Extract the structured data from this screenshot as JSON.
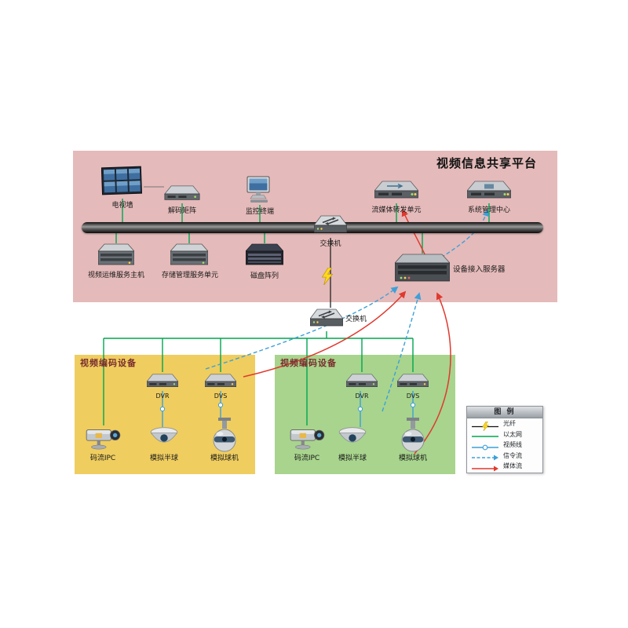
{
  "title": "视频信息共享平台",
  "platform": {
    "tv_wall": "电视墙",
    "decode_matrix": "解码矩阵",
    "monitor_terminal": "监控终端",
    "switch_top": "交换机",
    "switch_bottom": "交换机",
    "stream_forward_unit": "流媒体转发单元",
    "system_mgmt_center": "系统管理中心",
    "video_ops_host": "视频运维服务主机",
    "storage_mgmt_unit": "存储管理服务单元",
    "disk_array": "磁盘阵列",
    "device_access_server": "设备接入服务器"
  },
  "zones": [
    {
      "title": "视频编码设备",
      "dvr": "DVR",
      "dvs": "DVS",
      "ipc": "码流IPC",
      "dome": "模拟半球",
      "ptz": "模拟球机"
    },
    {
      "title": "视频编码设备",
      "dvr": "DVR",
      "dvs": "DVS",
      "ipc": "码流IPC",
      "dome": "模拟半球",
      "ptz": "模拟球机"
    }
  ],
  "legend": {
    "title": "图 例",
    "items": [
      {
        "label": "光纤"
      },
      {
        "label": "以太网"
      },
      {
        "label": "视频线"
      },
      {
        "label": "信令流"
      },
      {
        "label": "媒体流"
      }
    ]
  },
  "colors": {
    "platform_bg": "#e5baba",
    "zone1_bg": "#efcd5f",
    "zone2_bg": "#a8d48d",
    "ethernet_line": "#00a64f",
    "video_line": "#3da0d8",
    "signal_line": "#3da0d8",
    "media_line": "#e0392e",
    "fiber_line": "#222222"
  }
}
